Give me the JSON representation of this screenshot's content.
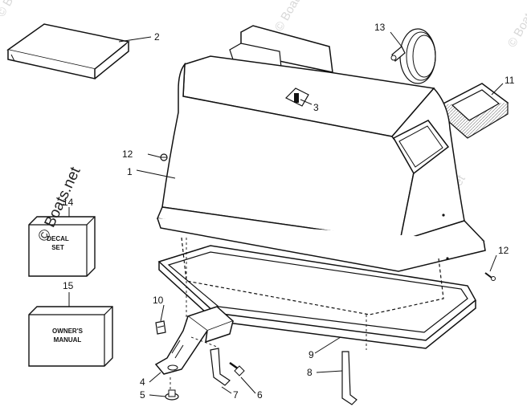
{
  "watermark": {
    "text": "© Boats.net"
  },
  "boxes": {
    "decal_set": {
      "line1": "DECAL",
      "line2": "SET"
    },
    "owners_manual": {
      "line1": "OWNER'S",
      "line2": "MANUAL"
    }
  },
  "callouts": {
    "c1": "1",
    "c2": "2",
    "c3": "3",
    "c4": "4",
    "c5": "5",
    "c6": "6",
    "c7": "7",
    "c8": "8",
    "c9": "9",
    "c10": "10",
    "c11": "11",
    "c12a": "12",
    "c12b": "12",
    "c13": "13",
    "c14": "14",
    "c15": "15"
  },
  "colors": {
    "ink": "#111111",
    "paper": "#ffffff",
    "shade": "#cfcfcf"
  }
}
